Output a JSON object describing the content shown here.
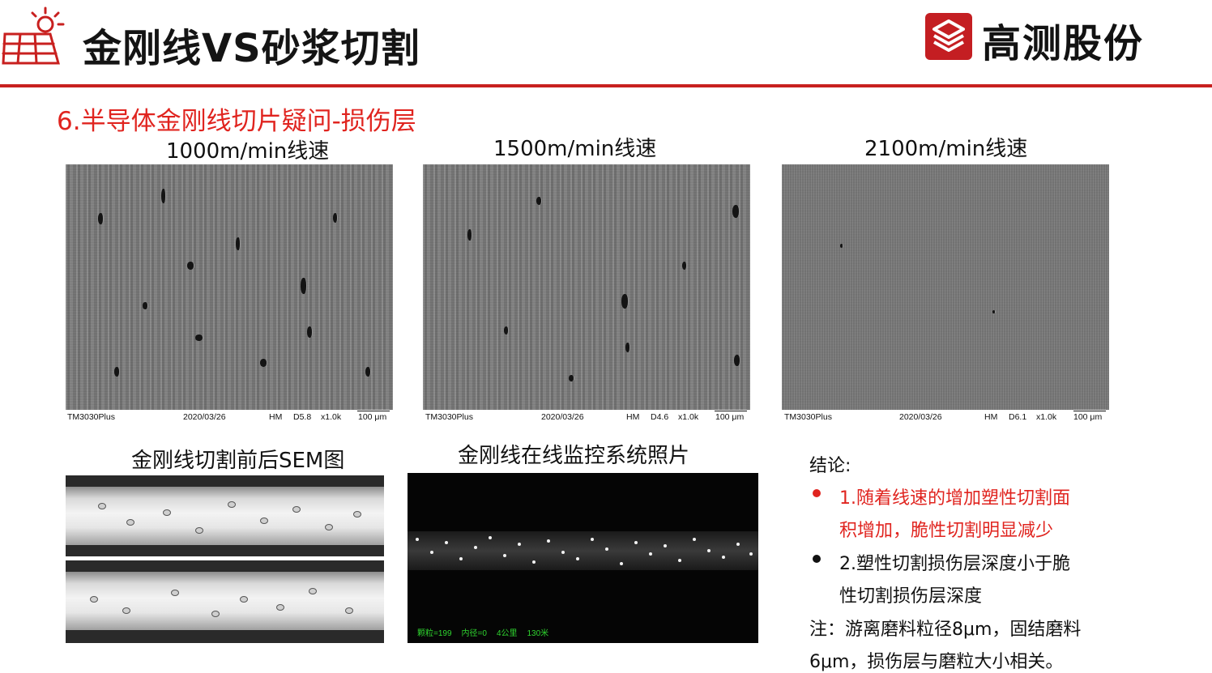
{
  "header": {
    "title": "金刚线VS砂浆切割",
    "brand_name": "高测股份",
    "accent_color": "#c8201f"
  },
  "subtitle": "6.半导体金刚线切片疑问-损伤层",
  "sem_panels": [
    {
      "label": "1000m/min线速",
      "instrument": "TM3030Plus",
      "date": "2020/03/26",
      "mode": "HM",
      "wd": "D5.8",
      "mag": "x1.0k",
      "scale": "100 μm"
    },
    {
      "label": "1500m/min线速",
      "instrument": "TM3030Plus",
      "date": "2020/03/26",
      "mode": "HM",
      "wd": "D4.6",
      "mag": "x1.0k",
      "scale": "100 μm"
    },
    {
      "label": "2100m/min线速",
      "instrument": "TM3030Plus",
      "date": "2020/03/26",
      "mode": "HM",
      "wd": "D6.1",
      "mag": "x1.0k",
      "scale": "100 μm"
    }
  ],
  "wire_sem": {
    "label": "金刚线切割前后SEM图"
  },
  "monitor": {
    "label": "金刚线在线监控系统照片",
    "status": [
      "颗粒=199",
      "内径=0",
      "4公里",
      "130米"
    ]
  },
  "conclusion": {
    "heading": "结论:",
    "point1_line1": "1.随着线速的增加塑性切割面",
    "point1_line2": "积增加，脆性切割明显减少",
    "point2_line1": "2.塑性切割损伤层深度小于脆",
    "point2_line2": "性切割损伤层深度",
    "note_line1": "注：游离磨料粒径8μm，固结磨料",
    "note_line2": "6μm，损伤层与磨粒大小相关。"
  }
}
